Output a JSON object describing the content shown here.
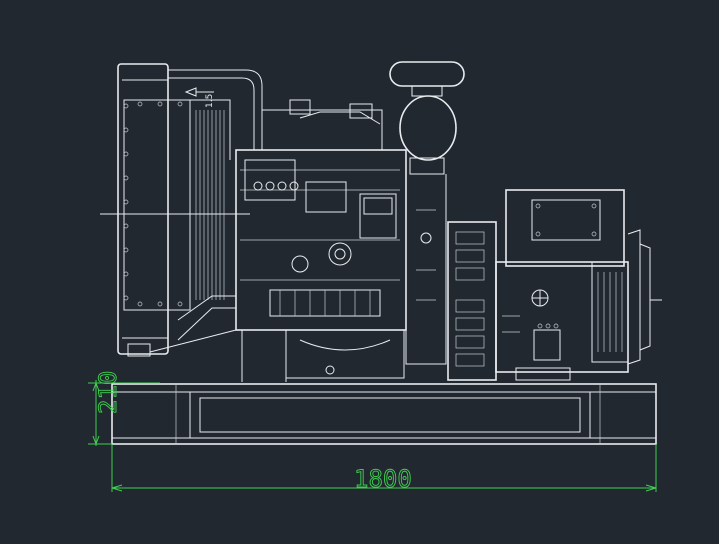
{
  "drawing": {
    "background": "#212830",
    "line_color": "#e8ecef",
    "dimension_color": "#3fd04f"
  },
  "dimensions": {
    "base_height": "210",
    "overall_length": "1800"
  },
  "annotations": {
    "radiator_mark": "1.5"
  }
}
